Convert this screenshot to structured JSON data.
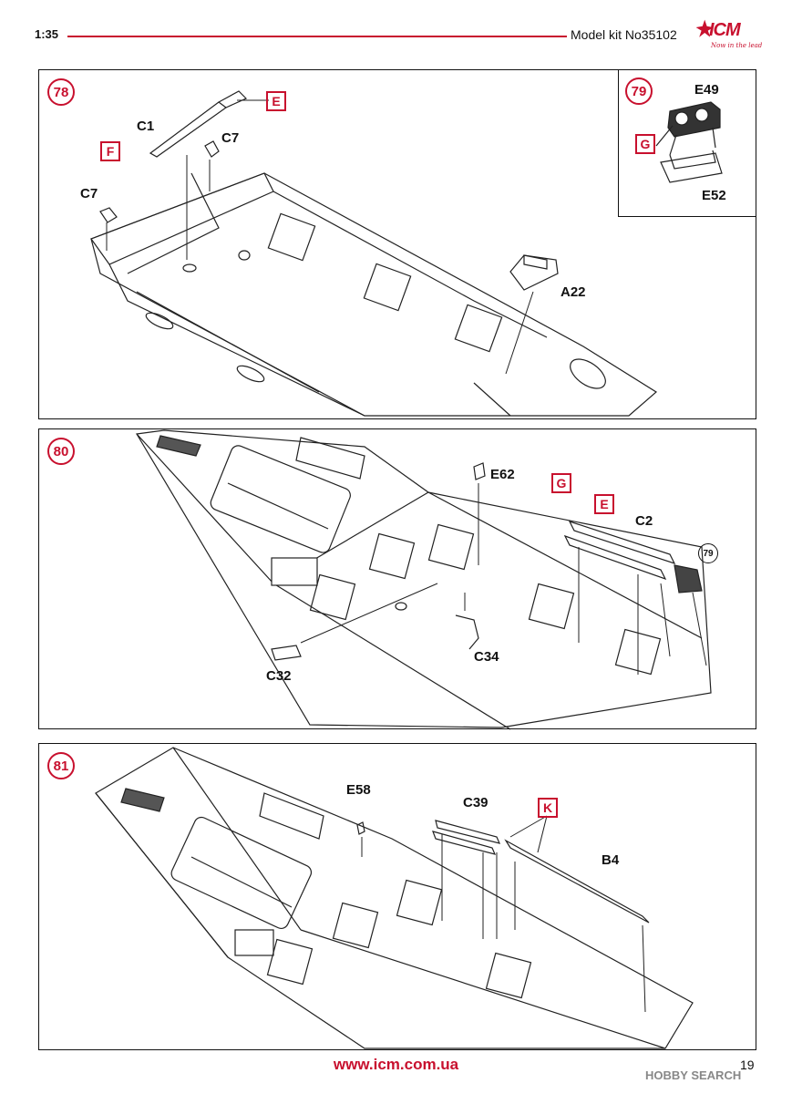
{
  "header": {
    "scale": "1:35",
    "title": "Model kit No35102",
    "logo": "ICM",
    "logo_tagline": "Now in the lead"
  },
  "steps": [
    {
      "number": "78",
      "labels": {
        "c1": "C1",
        "c7a": "C7",
        "c7b": "C7",
        "a22": "A22"
      },
      "sprues": {
        "e": "E",
        "f": "F"
      }
    },
    {
      "number": "79",
      "labels": {
        "e49": "E49",
        "e52": "E52"
      },
      "sprues": {
        "g": "G"
      }
    },
    {
      "number": "80",
      "labels": {
        "e62": "E62",
        "c2": "C2",
        "c32": "C32",
        "c34": "C34"
      },
      "sprues": {
        "g": "G",
        "e": "E"
      },
      "ref_step": "79"
    },
    {
      "number": "81",
      "labels": {
        "e58": "E58",
        "c39": "C39",
        "b4": "B4"
      },
      "sprues": {
        "k": "K"
      }
    }
  ],
  "footer": {
    "url": "www.icm.com.ua",
    "page": "19",
    "watermark": "HOBBY SEARCH"
  }
}
